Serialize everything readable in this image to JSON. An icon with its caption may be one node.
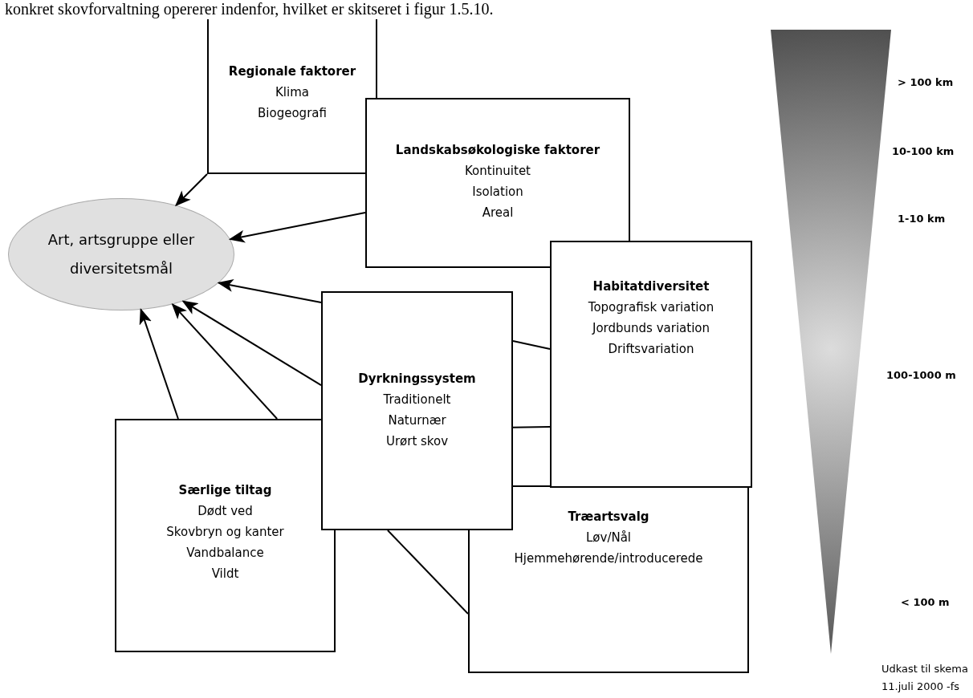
{
  "diagram": {
    "nodes": [
      {
        "text": [
          "Regionale faktorer",
          "Klima",
          "Biogeografi"
        ]
      },
      {
        "text": [
          "Landskabsøkologiske faktorer",
          "Kontinuitet",
          "Isolation",
          "Areal"
        ]
      },
      {
        "text": [
          "Art, artsgruppe eller diversitetsmål"
        ]
      },
      {
        "text": [
          "Habitatdiversitet",
          "Topografisk variation",
          "Jordbunds variation",
          "Driftsvariation"
        ]
      },
      {
        "text": [
          "Dyrkningssystem",
          "Traditionelt",
          "Naturnær",
          "Urørt skov"
        ]
      },
      {
        "text": [
          "Særlige tiltag",
          "Dødt ved",
          "Skovbryn og kanter",
          "Vandbalance",
          "Vildt"
        ]
      },
      {
        "text": [
          "Træartsvalg",
          "Løv/Nål",
          "Hjemmehørende/introducerede"
        ]
      },
      {
        "text": [],
        "shape": "triangle"
      }
    ],
    "edges": [
      {
        "from": 0,
        "to": 2,
        "arrow": "to"
      },
      {
        "from": 1,
        "to": 2,
        "arrow": "to"
      },
      {
        "from": 4,
        "to": 2,
        "arrow": "to"
      },
      {
        "from": 4,
        "to": 2,
        "arrow": "to"
      },
      {
        "from": 5,
        "to": 2,
        "arrow": "to"
      },
      {
        "from": 5,
        "to": 2,
        "arrow": "to"
      },
      {
        "from": 4,
        "to": 3,
        "arrow": "none"
      },
      {
        "from": 4,
        "to": 3,
        "arrow": "none"
      },
      {
        "from": 4,
        "to": 6,
        "arrow": "none"
      }
    ],
    "labels": [
      "konkret skovforvaltning opererer indenfor, hvilket er skitseret i figur 1.5.10.",
      "> 100 km",
      "10-100 km",
      "1-10 km",
      "100-1000 m",
      "< 100 m",
      "Udkast til skema",
      "11.juli 2000 -fs"
    ]
  }
}
